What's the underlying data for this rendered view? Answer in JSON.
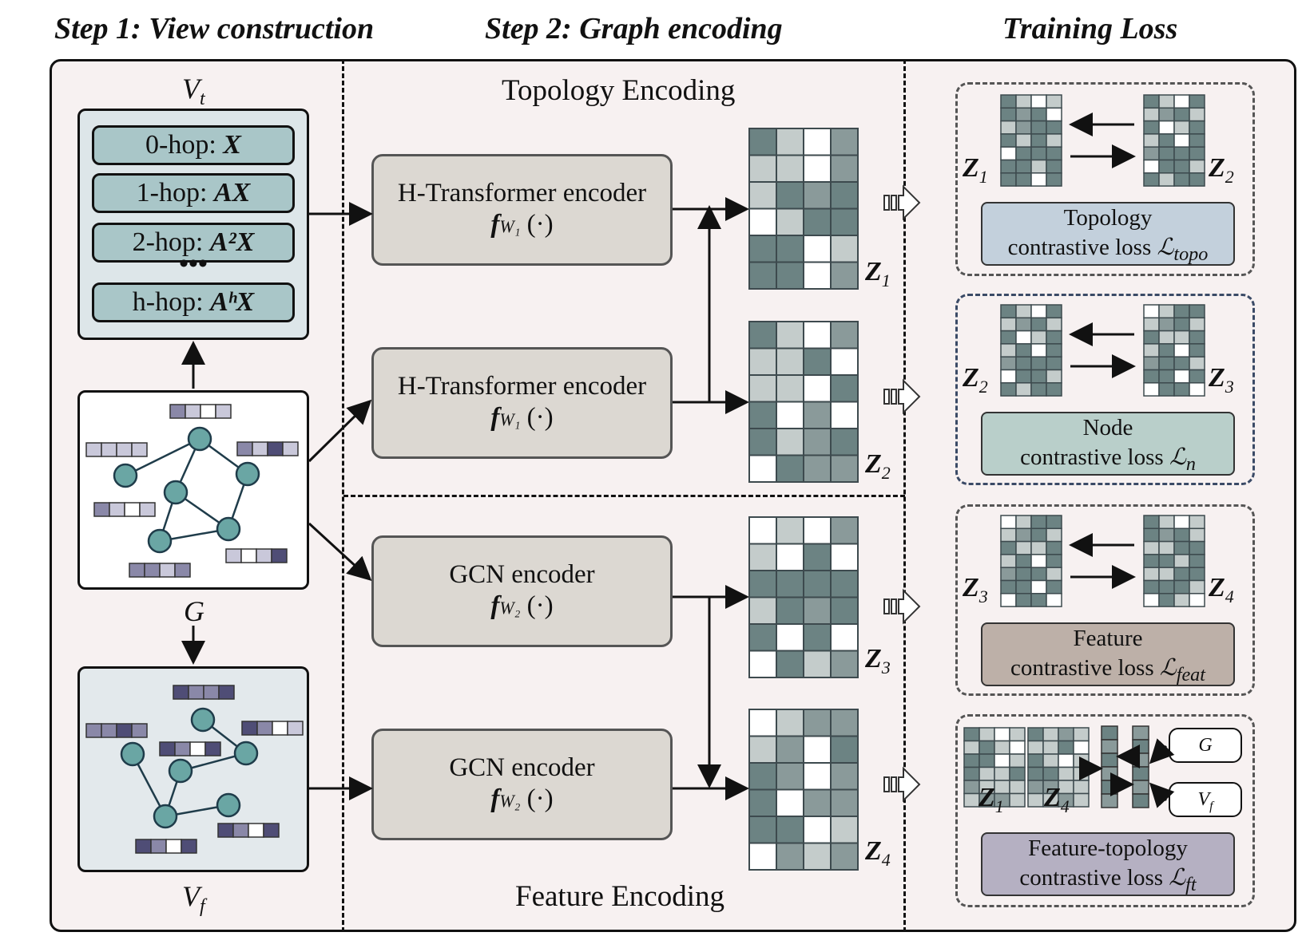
{
  "headers": {
    "step1": "Step 1: View construction",
    "step2": "Step 2: Graph encoding",
    "step3": "Training Loss"
  },
  "sections": {
    "topology": "Topology Encoding",
    "feature": "Feature Encoding"
  },
  "views": {
    "vt_base": "V",
    "vt_sub": "t",
    "g": "G",
    "vf_base": "V",
    "vf_sub": "f"
  },
  "hops": [
    {
      "prefix": "0-hop: ",
      "expr": "X"
    },
    {
      "prefix": "1-hop: ",
      "expr": "AX"
    },
    {
      "prefix": "2-hop: ",
      "expr": "A²X"
    },
    {
      "prefix": "h-hop: ",
      "expr": "AʰX"
    }
  ],
  "hop_dots": "•••",
  "encoders": [
    {
      "name": "H-Transformer encoder",
      "f": "f",
      "w": "W₁",
      "arg": "(·)"
    },
    {
      "name": "H-Transformer encoder",
      "f": "f",
      "w": "W₁",
      "arg": "(·)"
    },
    {
      "name": "GCN encoder",
      "f": "f",
      "w": "W₂",
      "arg": "(·)"
    },
    {
      "name": "GCN encoder",
      "f": "f",
      "w": "W₂",
      "arg": "(·)"
    }
  ],
  "z_labels": [
    {
      "base": "Z",
      "sub": "1"
    },
    {
      "base": "Z",
      "sub": "2"
    },
    {
      "base": "Z",
      "sub": "3"
    },
    {
      "base": "Z",
      "sub": "4"
    }
  ],
  "losses": [
    {
      "left": {
        "base": "Z",
        "sub": "1"
      },
      "right": {
        "base": "Z",
        "sub": "2"
      },
      "line1": "Topology",
      "line2": "contrastive loss ",
      "symbol": "ℒ",
      "symbol_sub": "topo",
      "color": "#c3d0dc"
    },
    {
      "left": {
        "base": "Z",
        "sub": "2"
      },
      "right": {
        "base": "Z",
        "sub": "3"
      },
      "line1": "Node",
      "line2": "contrastive loss ",
      "symbol": "ℒ",
      "symbol_sub": "n",
      "color": "#b9cfca"
    },
    {
      "left": {
        "base": "Z",
        "sub": "3"
      },
      "right": {
        "base": "Z",
        "sub": "4"
      },
      "line1": "Feature",
      "line2": "contrastive loss ",
      "symbol": "ℒ",
      "symbol_sub": "feat",
      "color": "#bdb0a8"
    },
    {
      "left": {
        "base": "Z",
        "sub": "1"
      },
      "right": {
        "base": "Z",
        "sub": "4"
      },
      "line1": "Feature-topology",
      "line2": "contrastive loss ",
      "symbol": "ℒ",
      "symbol_sub": "ft",
      "color": "#b5b0c2",
      "box_g": "G",
      "box_vf_base": "V",
      "box_vf_sub": "f"
    }
  ],
  "colors": {
    "cell_dark": "#6c8383",
    "cell_mid": "#8a9a9a",
    "cell_light": "#c4cccb",
    "cell_white": "#ffffff",
    "node_fill": "#6aa6a4",
    "feat_dark": "#4f4d76",
    "feat_mid": "#8a88a8",
    "feat_light": "#c9c8da"
  }
}
